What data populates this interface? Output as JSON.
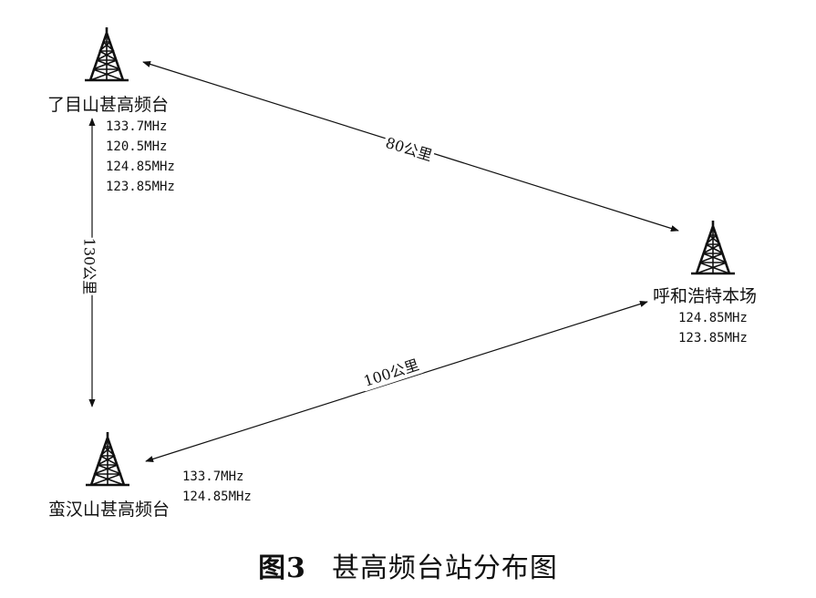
{
  "stations": [
    {
      "name": "了目山甚高频台",
      "freqs": [
        "133.7MHz",
        "120.5MHz",
        "124.85MHz",
        "123.85MHz"
      ]
    },
    {
      "name": "呼和浩特本场",
      "freqs": [
        "124.85MHz",
        "123.85MHz"
      ]
    },
    {
      "name": "蛮汉山甚高频台",
      "freqs": [
        "133.7MHz",
        "124.85MHz"
      ]
    }
  ],
  "links": [
    {
      "label": "80公里"
    },
    {
      "label": "130公里"
    },
    {
      "label": "100公里"
    }
  ],
  "caption": {
    "number": "图3",
    "title": "甚高频台站分布图"
  }
}
